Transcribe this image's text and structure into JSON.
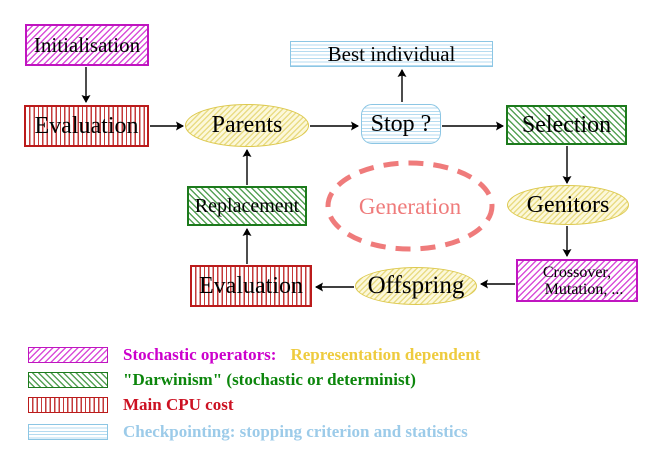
{
  "diagram": {
    "nodes": {
      "initialisation": {
        "label": "Initialisation"
      },
      "best_individual": {
        "label": "Best individual"
      },
      "evaluation_top": {
        "label": "Evaluation"
      },
      "parents": {
        "label": "Parents"
      },
      "stop": {
        "label": "Stop ?"
      },
      "selection": {
        "label": "Selection"
      },
      "replacement": {
        "label": "Replacement"
      },
      "generation": {
        "label": "Generation"
      },
      "genitors": {
        "label": "Genitors"
      },
      "evaluation_bottom": {
        "label": "Evaluation"
      },
      "offspring": {
        "label": "Offspring"
      },
      "crossover": {
        "line1": "Crossover,",
        "line2": "Mutation, ..."
      }
    },
    "colors": {
      "magenta": "#cc00cc",
      "green": "#0c860c",
      "red": "#cc1122",
      "light_blue": "#9ccbe9",
      "gold": "#eecb3e",
      "salmon": "#ef7b7b",
      "yellow_border": "#ddc94e",
      "arrow": "#000000"
    }
  },
  "legend": {
    "items": [
      {
        "swatch": "magenta-diagonal-hatch",
        "text": "Stochastic operators:",
        "text2": "Representation dependent",
        "color": "#cc00cc",
        "color2": "#eecb3e"
      },
      {
        "swatch": "green-diagonal-hatch",
        "text": "\"Darwinism\" (stochastic or determinist)",
        "color": "#0c860c"
      },
      {
        "swatch": "red-vertical-stripes",
        "text": "Main CPU cost",
        "color": "#cc1122"
      },
      {
        "swatch": "cyan-horizontal-stripes",
        "text": "Checkpointing: stopping criterion and statistics",
        "color": "#9ccbe9"
      }
    ]
  }
}
